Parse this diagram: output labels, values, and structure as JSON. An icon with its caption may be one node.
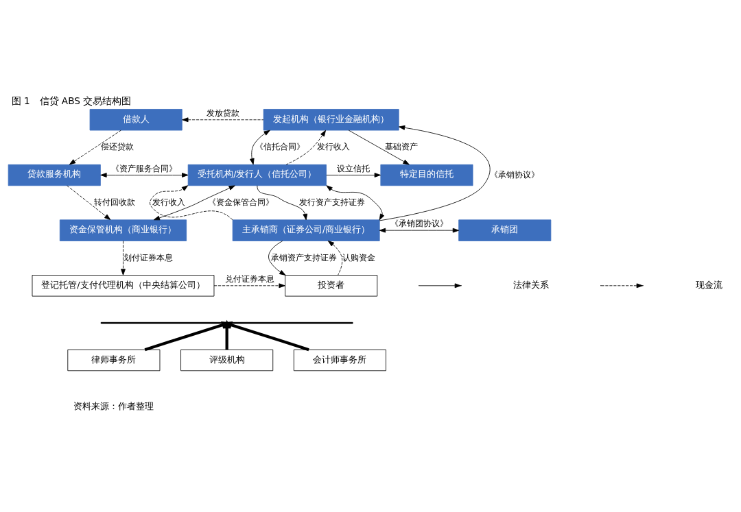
{
  "diagram": {
    "title": "图 1　信贷 ABS 交易结构图",
    "nodes": [
      {
        "text": [
          "借款人"
        ]
      },
      {
        "text": [
          "发起机构（银行业金融机构）"
        ]
      },
      {
        "text": [
          "贷款服务机构"
        ]
      },
      {
        "text": [
          "受托机构/发行人（信托公司）"
        ]
      },
      {
        "text": [
          "特定目的信托"
        ]
      },
      {
        "text": [
          "资金保管机构（商业银行）"
        ]
      },
      {
        "text": [
          "主承销商（证券公司/商业银行）"
        ]
      },
      {
        "text": [
          "承销团"
        ]
      },
      {
        "text": [
          "登记托管/支付代理机构（中央结算公司）"
        ]
      },
      {
        "text": [
          "投资者"
        ]
      },
      {
        "text": [
          "律师事务所"
        ]
      },
      {
        "text": [
          "评级机构"
        ]
      },
      {
        "text": [
          "会计师事务所"
        ]
      },
      {
        "text": [],
        "shape": "bar"
      }
    ],
    "edges": [
      {
        "from": 1,
        "to": 0,
        "arrow": "to",
        "style": "dashed",
        "label": "发放贷款"
      },
      {
        "from": 0,
        "to": 2,
        "arrow": "to",
        "style": "dashed",
        "label": "偿还贷款"
      },
      {
        "from": 1,
        "to": 3,
        "arrow": "both",
        "label": "《信托合同》"
      },
      {
        "from": 3,
        "to": 1,
        "arrow": "to",
        "style": "dashed",
        "label": "发行收入"
      },
      {
        "from": 1,
        "to": 4,
        "arrow": "to",
        "label": "基础资产"
      },
      {
        "from": 2,
        "to": 3,
        "arrow": "both",
        "label": "《资产服务合同》"
      },
      {
        "from": 3,
        "to": 4,
        "arrow": "to",
        "label": "设立信托"
      },
      {
        "from": 3,
        "to": 5,
        "arrow": "both",
        "label": "《资金保管合同》"
      },
      {
        "from": 2,
        "to": 5,
        "arrow": "to",
        "style": "dashed",
        "label": "转付回收款"
      },
      {
        "from": 6,
        "to": 3,
        "arrow": "to",
        "style": "dashed",
        "label": "发行收入"
      },
      {
        "from": 3,
        "to": 6,
        "arrow": "to",
        "label": "发行资产支持证券"
      },
      {
        "from": 3,
        "to": 6,
        "arrow": "both"
      },
      {
        "from": 6,
        "to": 1,
        "arrow": "to",
        "label": "《承销协议》"
      },
      {
        "from": 6,
        "to": 7,
        "arrow": "both",
        "label": "《承销团协议》"
      },
      {
        "from": 6,
        "to": 9,
        "arrow": "to",
        "label": "承销资产支持证券"
      },
      {
        "from": 9,
        "to": 6,
        "arrow": "to",
        "style": "dashed",
        "label": "认购资金"
      },
      {
        "from": 5,
        "to": 8,
        "arrow": "to",
        "style": "dashed",
        "label": "划付证券本息"
      },
      {
        "from": 8,
        "to": 9,
        "arrow": "to",
        "style": "dashed",
        "label": "兑付证券本息"
      },
      {
        "from": 10,
        "to": 13,
        "arrow": "to",
        "style": "thick"
      },
      {
        "from": 11,
        "to": 13,
        "arrow": "to",
        "style": "thick"
      },
      {
        "from": 12,
        "to": 13,
        "arrow": "to",
        "style": "thick"
      }
    ],
    "labels": [
      "资料来源：作者整理"
    ],
    "legend": [
      {
        "text": "法律关系"
      },
      {
        "text": "现金流"
      }
    ]
  }
}
